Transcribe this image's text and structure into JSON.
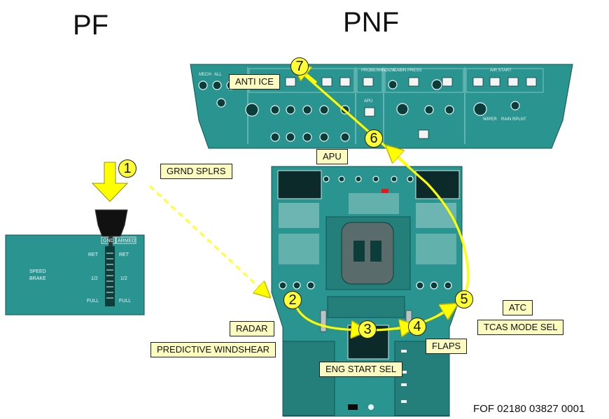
{
  "header": {
    "pf_label": "PF",
    "pnf_label": "PNF"
  },
  "speedbrake_panel": {
    "gnd_label": "GND",
    "armed_label": "ARMED",
    "title_line1": "SPEED",
    "title_line2": "BRAKE",
    "ret_label": "RET",
    "mid_label": "1/2",
    "full_label": "FULL"
  },
  "callouts": {
    "anti_ice": "ANTI ICE",
    "apu": "APU",
    "grnd_splrs": "GRND SPLRS",
    "radar": "RADAR",
    "predictive_windshear": "PREDICTIVE WINDSHEAR",
    "eng_start_sel": "ENG START SEL",
    "flaps": "FLAPS",
    "atc": "ATC",
    "tcas_mode_sel": "TCAS MODE SEL"
  },
  "steps": {
    "s1": "1",
    "s2": "2",
    "s3": "3",
    "s4": "4",
    "s5": "5",
    "s6": "6",
    "s7": "7"
  },
  "figure_ref": "FOF 02180 03827 0001",
  "colors": {
    "panel": "#2a9490",
    "panel_dark": "#1a6e6b",
    "flow_arrow": "#ffff00",
    "callout_bg": "#fdfcc0"
  }
}
